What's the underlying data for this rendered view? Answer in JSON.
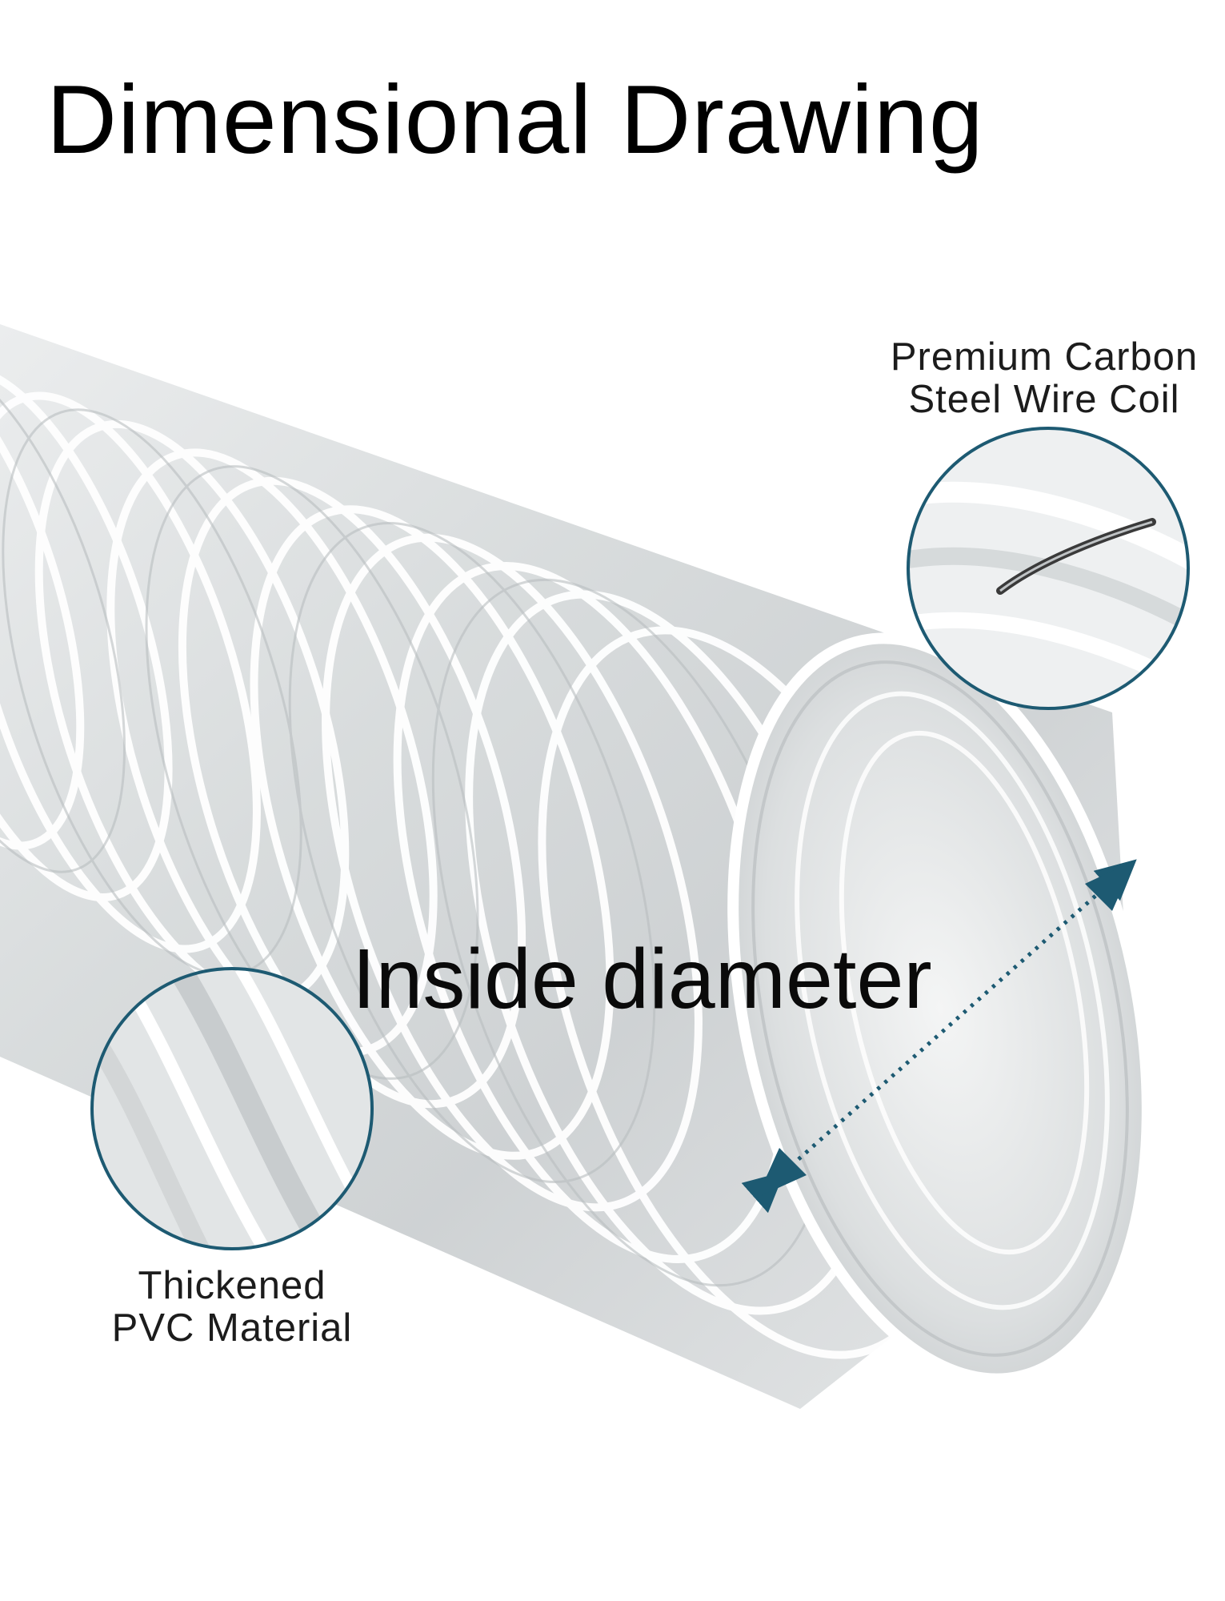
{
  "title": "Dimensional Drawing",
  "callouts": {
    "steel_wire": {
      "line1": "Premium Carbon",
      "line2": "Steel Wire Coil"
    },
    "pvc": {
      "line1": "Thickened",
      "line2": "PVC Material"
    }
  },
  "dimension": {
    "label": "Inside diameter"
  },
  "colors": {
    "accent": "#1d5a72",
    "text": "#000000",
    "hose_body": "#d9dcdd",
    "hose_rib": "#ffffff"
  }
}
